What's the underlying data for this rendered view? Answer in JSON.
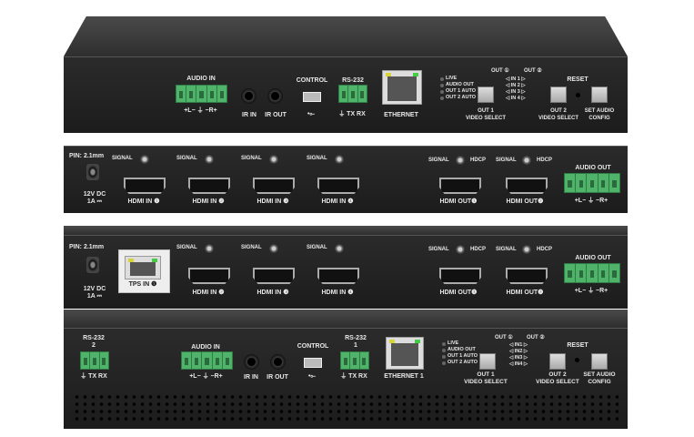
{
  "unit1": {
    "audio_in": "AUDIO IN",
    "audio_pins": "+L− ⏚ −R+",
    "ir_in": "IR IN",
    "ir_out": "IR OUT",
    "control": "CONTROL",
    "usb_symbol": "•⟜",
    "rs232": "RS-232",
    "rs232_pins": "⏚ TX RX",
    "ethernet": "ETHERNET",
    "leds": [
      "LIVE",
      "AUDIO OUT",
      "OUT 1 AUTO",
      "OUT 2 AUTO"
    ],
    "out1": "OUT ①",
    "out2": "OUT ②",
    "inputs": [
      "◁ IN 1 ▷",
      "◁ IN 2 ▷",
      "◁ IN 3 ▷",
      "◁ IN 4 ▷"
    ],
    "out1_select": "OUT 1\nVIDEO SELECT",
    "out2_select": "OUT 2\nVIDEO SELECT",
    "reset": "RESET",
    "set_audio": "SET AUDIO\nCONFIG"
  },
  "unit2": {
    "pin": "PIN: 2.1mm",
    "power": "12V DC\n1A ⎓",
    "signal": "SIGNAL",
    "hdcp": "HDCP",
    "hdmi_in": [
      "HDMI IN ❶",
      "HDMI IN ❷",
      "HDMI IN ❸",
      "HDMI IN ❹"
    ],
    "hdmi_out": [
      "HDMI OUT❶",
      "HDMI OUT❷"
    ],
    "audio_out": "AUDIO OUT",
    "audio_pins": "+L− ⏚ −R+"
  },
  "unit3": {
    "pin": "PIN: 2.1mm",
    "power": "12V DC\n1A ⎓",
    "signal": "SIGNAL",
    "hdcp": "HDCP",
    "tps_in": "TPS IN ❶",
    "hdmi_in": [
      "HDMI IN ❷",
      "HDMI IN ❸",
      "HDMI IN ❹"
    ],
    "hdmi_out": [
      "HDMI OUT❶",
      "HDMI OUT❷"
    ],
    "audio_out": "AUDIO OUT",
    "audio_pins": "+L− ⏚ −R+"
  },
  "unit4": {
    "rs232_2": "RS-232\n2",
    "rs232_2_pins": "⏚ TX RX",
    "audio_in": "AUDIO IN",
    "audio_pins": "+L− ⏚ −R+",
    "ir_in": "IR IN",
    "ir_out": "IR OUT",
    "control": "CONTROL",
    "usb_symbol": "•⟜",
    "rs232_1": "RS-232\n1",
    "rs232_1_pins": "⏚ TX RX",
    "ethernet": "ETHERNET 1",
    "leds": [
      "LIVE",
      "AUDIO OUT",
      "OUT 1 AUTO",
      "OUT 2 AUTO"
    ],
    "out1": "OUT ①",
    "out2": "OUT ②",
    "inputs": [
      "◁ IN1 ▷",
      "◁ IN2 ▷",
      "◁ IN3 ▷",
      "◁ IN4 ▷"
    ],
    "out1_select": "OUT 1\nVIDEO SELECT",
    "out2_select": "OUT 2\nVIDEO SELECT",
    "reset": "RESET",
    "set_audio": "SET AUDIO\nCONFIG"
  }
}
